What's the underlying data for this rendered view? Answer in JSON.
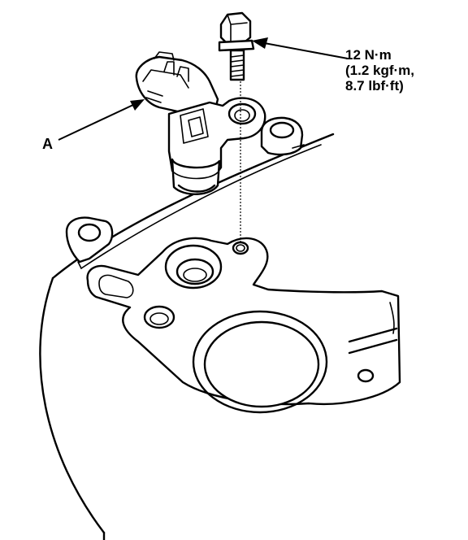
{
  "torque_callout": {
    "line1": "12 N·m",
    "line2": "(1.2 kgf·m,",
    "line3": "8.7 lbf·ft)"
  },
  "part_label": "A",
  "colors": {
    "ink": "#000000",
    "paper": "#ffffff"
  }
}
